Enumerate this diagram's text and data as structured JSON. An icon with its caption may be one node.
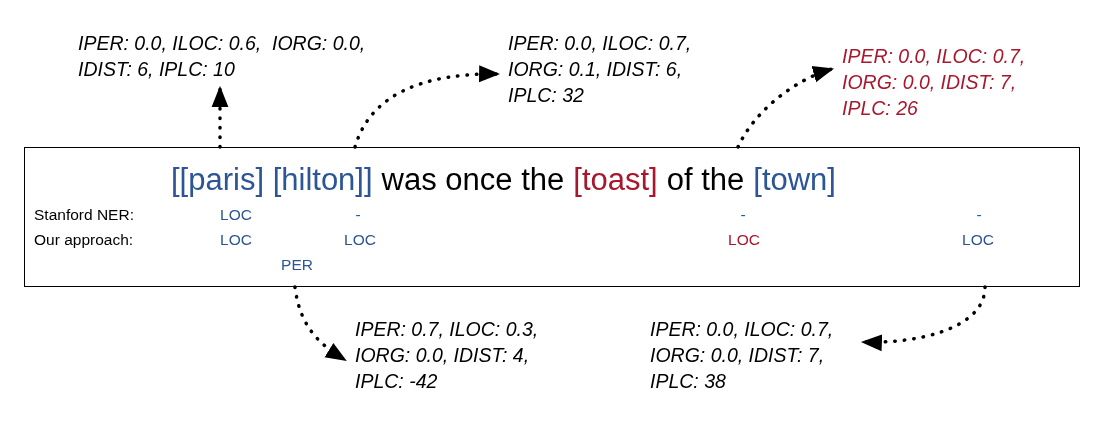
{
  "diagram": {
    "nodes": [
      {
        "text": [
          "[[paris] [hilton]]",
          "was once the",
          "[toast]",
          "of the",
          "[town]"
        ]
      },
      {
        "text": [
          "IPER: 0.0, ILOC: 0.6,  IORG: 0.0, IDIST: 6, IPLC: 10"
        ]
      },
      {
        "text": [
          "IPER: 0.0, ILOC: 0.7, IORG: 0.1, IDIST: 6, IPLC: 32"
        ]
      },
      {
        "text": [
          "IPER: 0.0, ILOC: 0.7, IORG: 0.0, IDIST: 7, IPLC: 26"
        ]
      },
      {
        "text": [
          "IPER: 0.7, ILOC: 0.3, IORG: 0.0, IDIST: 4, IPLC: -42"
        ]
      },
      {
        "text": [
          "IPER: 0.0, ILOC: 0.7, IORG: 0.0, IDIST: 7, IPLC: 38"
        ]
      }
    ],
    "edges": [
      {
        "from": 0,
        "to": 1,
        "arrow": "to",
        "style": "dashed"
      },
      {
        "from": 0,
        "to": 2,
        "arrow": "to",
        "style": "dashed"
      },
      {
        "from": 0,
        "to": 3,
        "arrow": "to",
        "style": "dashed"
      },
      {
        "from": 0,
        "to": 4,
        "arrow": "to",
        "style": "dashed"
      },
      {
        "from": 0,
        "to": 5,
        "arrow": "to",
        "style": "dashed"
      }
    ],
    "labels": [
      "Stanford NER:",
      "LOC",
      "-",
      "-",
      "-",
      "Our approach:",
      "LOC",
      "LOC",
      "LOC",
      "LOC",
      "PER"
    ]
  }
}
